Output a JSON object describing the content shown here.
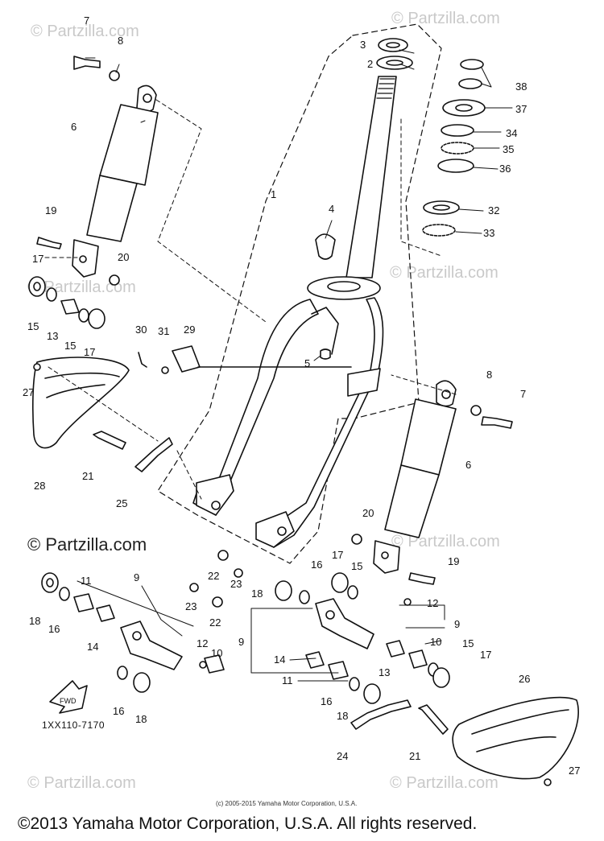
{
  "watermarks": {
    "text": "Partzilla.com",
    "symbol": "©",
    "prominent": "© Partzilla.com"
  },
  "drawing_id": "1XX110-7170",
  "fwd_label": "FWD",
  "small_copyright": "(c) 2005-2015 Yamaha Motor Corporation, U.S.A.",
  "footer_copyright": "©2013 Yamaha Motor Corporation, U.S.A. All rights reserved.",
  "part_labels": [
    "1",
    "2",
    "3",
    "4",
    "5",
    "6",
    "7",
    "8",
    "9",
    "10",
    "11",
    "12",
    "13",
    "14",
    "15",
    "16",
    "17",
    "18",
    "19",
    "20",
    "21",
    "22",
    "23",
    "24",
    "25",
    "26",
    "27",
    "28",
    "29",
    "30",
    "31",
    "32",
    "33",
    "34",
    "35",
    "36",
    "37",
    "38"
  ]
}
